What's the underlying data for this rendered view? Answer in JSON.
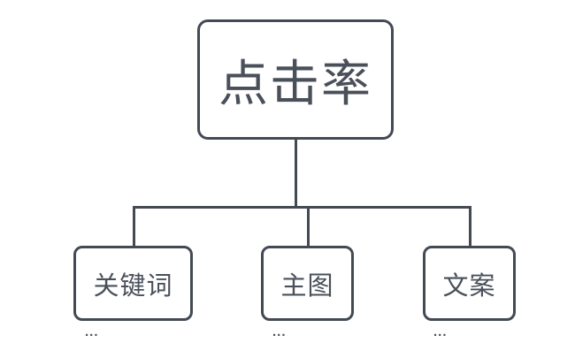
{
  "diagram": {
    "root": {
      "label": "点击率"
    },
    "children": [
      {
        "label": "关键词",
        "note": "..."
      },
      {
        "label": "主图",
        "note": "..."
      },
      {
        "label": "文案",
        "note": "..."
      }
    ],
    "colors": {
      "line": "#434a54",
      "text": "#4a505a",
      "background": "#ffffff"
    }
  }
}
